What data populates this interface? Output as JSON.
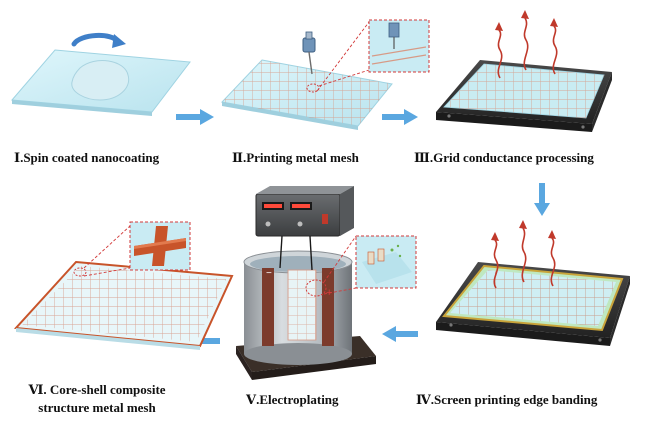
{
  "steps": [
    {
      "label": "Ⅰ.Spin coated nanocoating"
    },
    {
      "label": "Ⅱ.Printing metal mesh"
    },
    {
      "label": "Ⅲ.Grid conductance processing"
    },
    {
      "label": "Ⅳ.Screen printing edge banding"
    },
    {
      "label": "Ⅴ.Electroplating"
    },
    {
      "label_line1": "Ⅵ. Core-shell composite",
      "label_line2": "structure  metal mesh"
    }
  ],
  "colors": {
    "substrate": "#c8ecf3",
    "substrate_edge": "#9fd3e2",
    "grid_line": "#d9a08a",
    "plate": "#3a3a3a",
    "heat_arrow": "#c0392b",
    "flow_arrow": "#5aa7e0",
    "copper": "#c8542a",
    "callout": "#d23a3a"
  }
}
